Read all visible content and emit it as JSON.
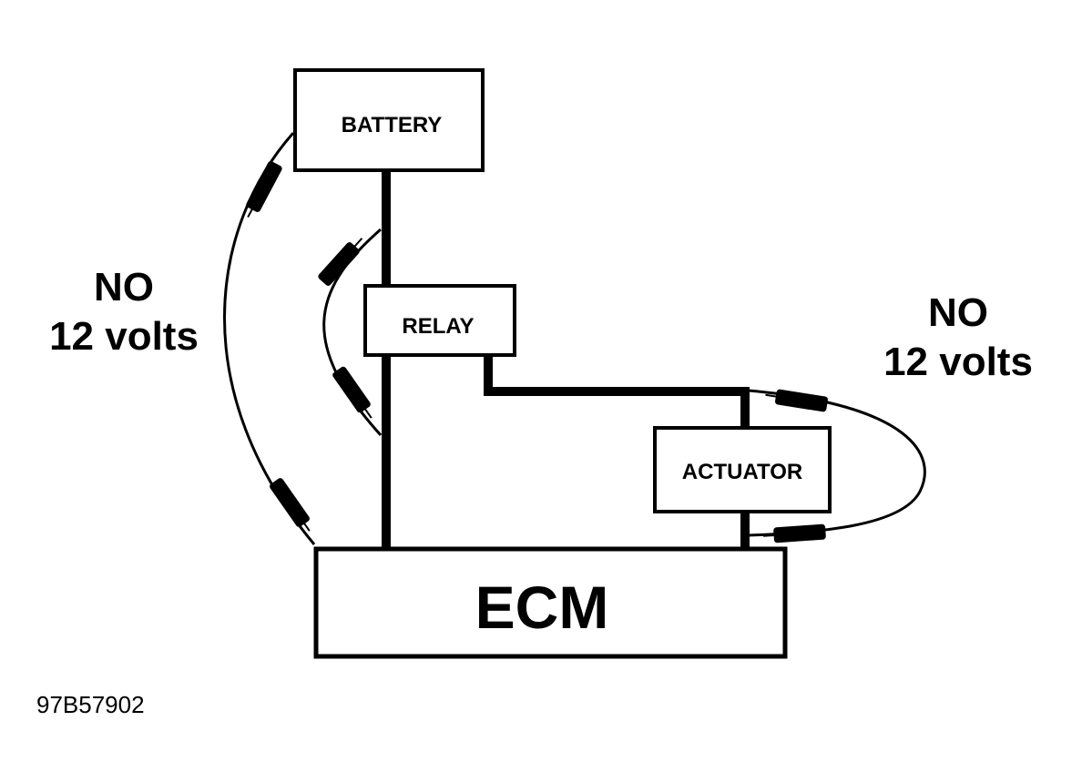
{
  "components": {
    "battery": "BATTERY",
    "relay": "RELAY",
    "actuator": "ACTUATOR",
    "ecm": "ECM"
  },
  "notes": {
    "left": {
      "line1": "NO",
      "line2": "12 volts"
    },
    "right": {
      "line1": "NO",
      "line2": "12 volts"
    }
  },
  "figure_id": "97B57902"
}
